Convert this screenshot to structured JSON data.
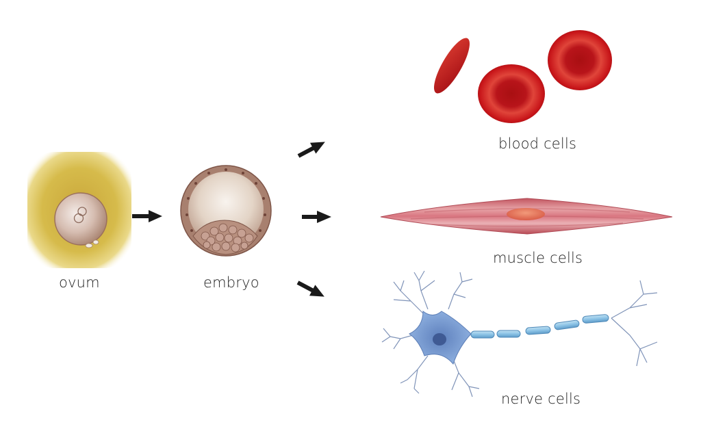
{
  "title": "Cell differentiation from ovum to specialised cells",
  "stages": {
    "ovum": {
      "label": "ovum"
    },
    "embryo": {
      "label": "embryo"
    }
  },
  "specialised_cells": [
    {
      "id": "blood",
      "label": "blood cells"
    },
    {
      "id": "muscle",
      "label": "muscle cells"
    },
    {
      "id": "nerve",
      "label": "nerve cells"
    }
  ],
  "arrows": [
    {
      "from": "ovum",
      "to": "embryo",
      "direction": "right"
    },
    {
      "from": "embryo",
      "to": "blood cells",
      "direction": "up-right"
    },
    {
      "from": "embryo",
      "to": "muscle cells",
      "direction": "right"
    },
    {
      "from": "embryo",
      "to": "nerve cells",
      "direction": "down-right"
    }
  ],
  "colors": {
    "ovum_halo": "#d9bd48",
    "ovum_cell": "#c9a89a",
    "embryo_wall": "#9c7468",
    "embryo_fill": "#e9ddd2",
    "blood": "#c8161a",
    "muscle": "#d0606a",
    "nerve": "#6f97cf",
    "arrow": "#1a1a1a"
  }
}
